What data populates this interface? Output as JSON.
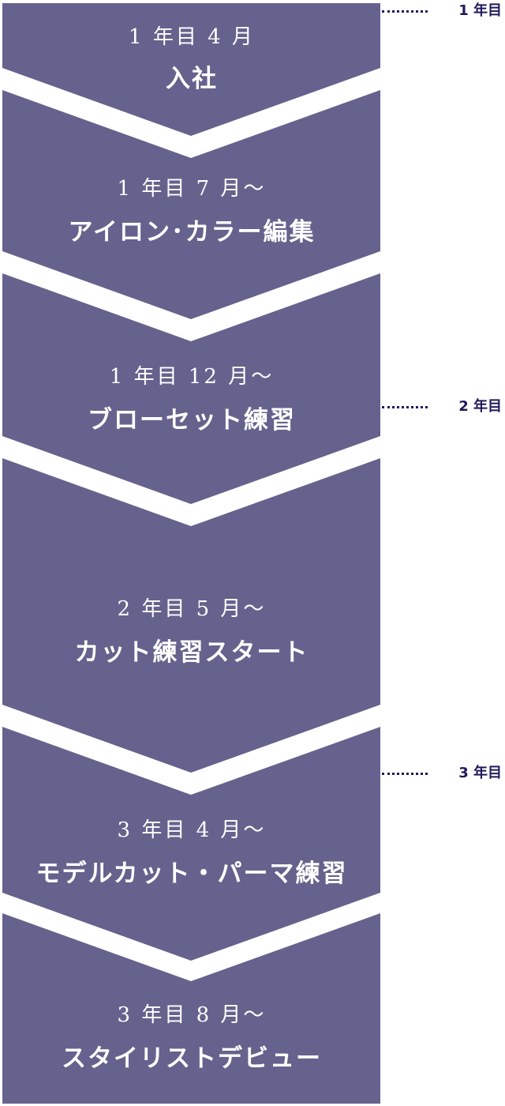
{
  "colors": {
    "step_fill": "#65628d",
    "step_text": "#ffffff",
    "marker": "#1f1a5a"
  },
  "steps": [
    {
      "date": "1 年目 4 月",
      "title": "入社"
    },
    {
      "date": "1 年目 7 月〜",
      "title": "アイロン･カラー編集"
    },
    {
      "date": "1 年目 12 月〜",
      "title": "ブローセット練習"
    },
    {
      "date": "2 年目 5 月〜",
      "title": "カット練習スタート"
    },
    {
      "date": "3 年目 4 月〜",
      "title": "モデルカット・パーマ練習"
    },
    {
      "date": "3 年目 8 月〜",
      "title": "スタイリストデビュー"
    }
  ],
  "markers": [
    {
      "label": "1 年目"
    },
    {
      "label": "2 年目"
    },
    {
      "label": "3 年目"
    }
  ]
}
